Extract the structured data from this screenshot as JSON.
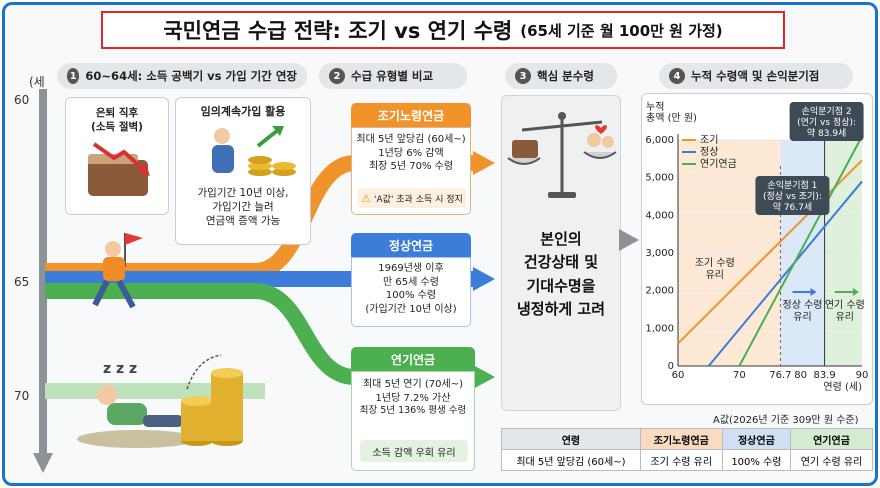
{
  "header": {
    "title": "국민연금 수급 전략: 조기 vs 연기 수령",
    "subtitle": "(65세 기준 월 100만 원 가정)"
  },
  "age_axis": {
    "unit": "(세",
    "ticks": [
      "60",
      "65",
      "70"
    ]
  },
  "section1": {
    "number": "1",
    "title": "60~64세: 소득 공백기 vs 가입 기간 연장",
    "card_retire": {
      "line1": "은퇴 직후",
      "line2": "(소득 절벽)"
    },
    "card_voluntary": {
      "title": "임의계속가입 활용",
      "line1": "가입기간 10년 이상,",
      "line2": "가입기간 늘려",
      "line3": "연금액 증액 가능"
    }
  },
  "section2": {
    "number": "2",
    "title": "수급 유형별 비교",
    "early": {
      "title": "조기노령연금",
      "lines": [
        "최대 5년 앞당김 (60세~)",
        "1년당 6% 감액",
        "최장 5년 70% 수령"
      ],
      "warning": "'A값' 초과 소득 시 정지"
    },
    "normal": {
      "title": "정상연금",
      "lines": [
        "1969년생 이후",
        "만 65세 수령",
        "100% 수령",
        "(가입기간 10년 이상)"
      ]
    },
    "delayed": {
      "title": "연기연금",
      "lines": [
        "최대 5년 연기 (70세~)",
        "1년당 7.2% 가산",
        "최장 5년 136% 평생 수령"
      ],
      "note": "소득 감액 우회 유리"
    }
  },
  "section3": {
    "number": "3",
    "title": "핵심 분수령",
    "text": [
      "본인의",
      "건강상태 및",
      "기대수명을",
      "냉정하게 고려"
    ]
  },
  "section4": {
    "number": "4",
    "title": "누적 수령액 및 손익분기점"
  },
  "chart_data": {
    "type": "line",
    "ylabel": "누적 총액 (만 원)",
    "xlabel": "연령 (세)",
    "xlim": [
      60,
      90
    ],
    "ylim": [
      0,
      6000
    ],
    "x_ticks": [
      "60",
      "70",
      "76.7",
      "80",
      "83.9",
      "90"
    ],
    "y_ticks": [
      "0",
      "1,000",
      "2,000",
      "3,000",
      "4,000",
      "5,000",
      "6,000"
    ],
    "series": [
      {
        "name": "조기",
        "color": "#f0932b",
        "x": [
          60,
          90
        ],
        "y": [
          600,
          5460
        ]
      },
      {
        "name": "정상",
        "color": "#3b7dd8",
        "x": [
          65,
          90
        ],
        "y": [
          0,
          4900
        ]
      },
      {
        "name": "연기연금",
        "color": "#4caf50",
        "x": [
          70,
          90
        ],
        "y": [
          0,
          6100
        ]
      }
    ],
    "breakeven": [
      {
        "label": [
          "손익분기점 1",
          "(정상 vs 조기):",
          "약 76.7세"
        ],
        "x": 76.7
      },
      {
        "label": [
          "손익분기점 2",
          "(연기 vs 정상):",
          "약 83.9세"
        ],
        "x": 83.9
      }
    ],
    "region_labels": [
      {
        "text": [
          "조기 수령",
          "유리"
        ]
      },
      {
        "text": [
          "정상 수령",
          "유리"
        ]
      },
      {
        "text": [
          "연기 수령",
          "유리"
        ]
      }
    ],
    "legend_placement": "top-left"
  },
  "table": {
    "note": "A값(2026년 기준 309만 원 수준)",
    "headers": [
      "연령",
      "조기노령연금",
      "정상연금",
      "연기연금"
    ],
    "row": [
      "최대 5년 앞당김 (60세~)",
      "조기 수령 유리",
      "100% 수령",
      "연기 수령 유리"
    ],
    "header_colors": [
      "#e4e7ea",
      "#f9dcc0",
      "#cfe0f5",
      "#d5ecd3"
    ]
  },
  "colors": {
    "early": "#f0932b",
    "normal": "#3b7dd8",
    "delayed": "#4caf50",
    "frame": "#1a73c9",
    "title_border": "#e0262b"
  }
}
